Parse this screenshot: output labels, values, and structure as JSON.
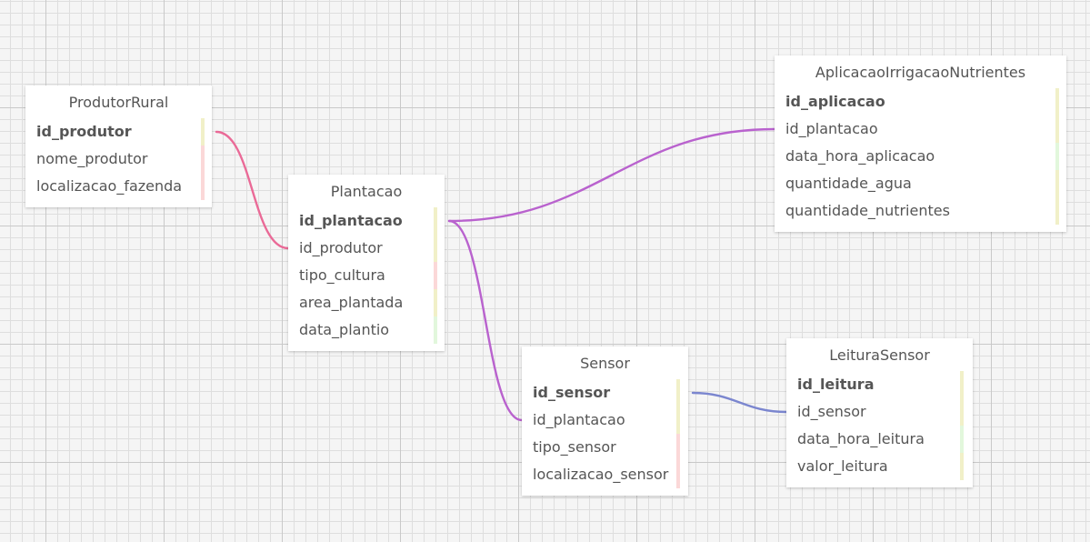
{
  "tables": [
    {
      "name": "ProdutorRural",
      "fields": [
        {
          "label": "id_produtor",
          "pk": true,
          "marker": "yellow"
        },
        {
          "label": "nome_produtor",
          "pk": false,
          "marker": "pink"
        },
        {
          "label": "localizacao_fazenda",
          "pk": false,
          "marker": "pink"
        }
      ]
    },
    {
      "name": "Plantacao",
      "fields": [
        {
          "label": "id_plantacao",
          "pk": true,
          "marker": "yellow"
        },
        {
          "label": "id_produtor",
          "pk": false,
          "marker": "yellow"
        },
        {
          "label": "tipo_cultura",
          "pk": false,
          "marker": "pink"
        },
        {
          "label": "area_plantada",
          "pk": false,
          "marker": "yellow"
        },
        {
          "label": "data_plantio",
          "pk": false,
          "marker": "green"
        }
      ]
    },
    {
      "name": "AplicacaoIrrigacaoNutrientes",
      "fields": [
        {
          "label": "id_aplicacao",
          "pk": true,
          "marker": "yellow"
        },
        {
          "label": "id_plantacao",
          "pk": false,
          "marker": "yellow"
        },
        {
          "label": "data_hora_aplicacao",
          "pk": false,
          "marker": "green"
        },
        {
          "label": "quantidade_agua",
          "pk": false,
          "marker": "yellow"
        },
        {
          "label": "quantidade_nutrientes",
          "pk": false,
          "marker": "yellow"
        }
      ]
    },
    {
      "name": "Sensor",
      "fields": [
        {
          "label": "id_sensor",
          "pk": true,
          "marker": "yellow"
        },
        {
          "label": "id_plantacao",
          "pk": false,
          "marker": "yellow"
        },
        {
          "label": "tipo_sensor",
          "pk": false,
          "marker": "pink"
        },
        {
          "label": "localizacao_sensor",
          "pk": false,
          "marker": "pink"
        }
      ]
    },
    {
      "name": "LeituraSensor",
      "fields": [
        {
          "label": "id_leitura",
          "pk": true,
          "marker": "yellow"
        },
        {
          "label": "id_sensor",
          "pk": false,
          "marker": "yellow"
        },
        {
          "label": "data_hora_leitura",
          "pk": false,
          "marker": "green"
        },
        {
          "label": "valor_leitura",
          "pk": false,
          "marker": "yellow"
        }
      ]
    }
  ],
  "relationships": [
    {
      "from": "ProdutorRural.id_produtor",
      "to": "Plantacao.id_produtor",
      "color": "#ea6a97"
    },
    {
      "from": "Plantacao.id_plantacao",
      "to": "AplicacaoIrrigacaoNutrientes.id_plantacao",
      "color": "#b962ce"
    },
    {
      "from": "Plantacao.id_plantacao",
      "to": "Sensor.id_plantacao",
      "color": "#b962ce"
    },
    {
      "from": "Sensor.id_sensor",
      "to": "LeituraSensor.id_sensor",
      "color": "#7b86cf"
    }
  ]
}
